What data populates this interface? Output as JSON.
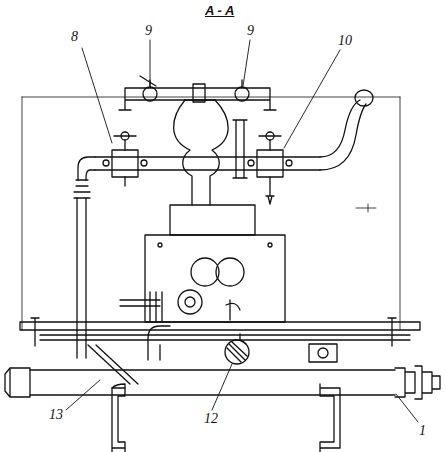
{
  "diagram": {
    "title": "A - A",
    "labels": [
      "8",
      "9",
      "9",
      "10",
      "1",
      "13",
      "12"
    ]
  }
}
